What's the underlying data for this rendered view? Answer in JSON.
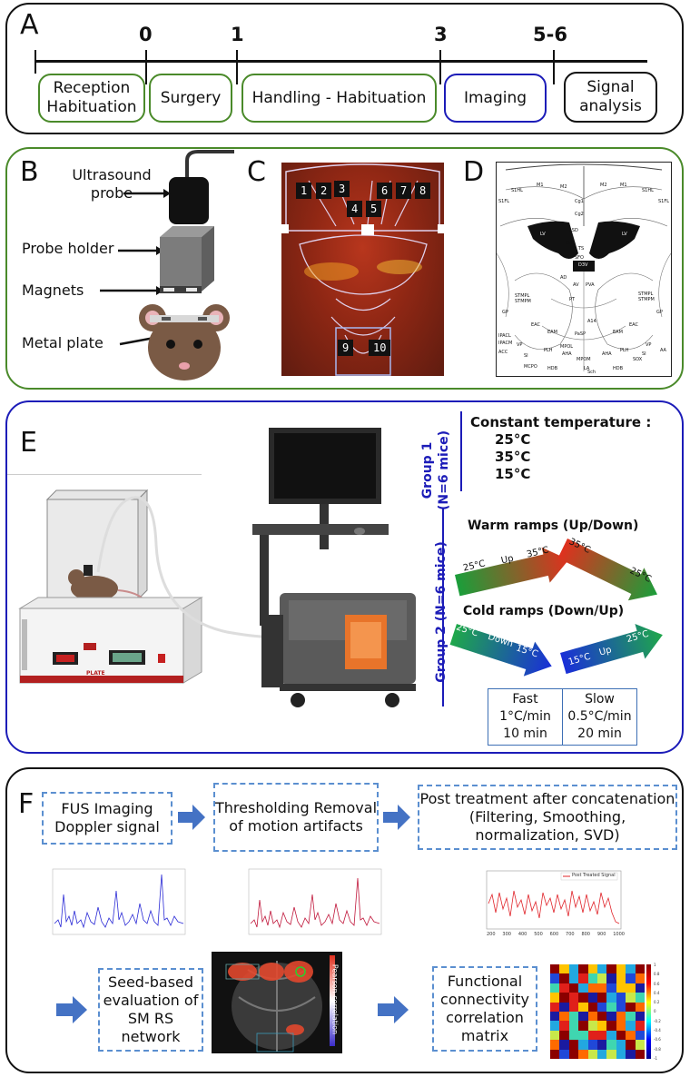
{
  "panel_a": {
    "label": "A",
    "ticks": [
      "0",
      "1",
      "3",
      "5-6"
    ],
    "stages": [
      "Reception Habituation",
      "Surgery",
      "Handling - Habituation",
      "Imaging",
      "Signal analysis"
    ]
  },
  "panel_b": {
    "label": "B",
    "parts": [
      "Ultrasound probe",
      "Probe holder",
      "Magnets",
      "Metal plate"
    ]
  },
  "panel_c": {
    "label": "C",
    "roi_numbers": [
      "1",
      "2",
      "3",
      "4",
      "5",
      "6",
      "7",
      "8",
      "9",
      "10"
    ]
  },
  "panel_d": {
    "label": "D",
    "atlas_labels": [
      "M1",
      "M2",
      "Cg1",
      "M2",
      "M1",
      "S1HL",
      "S1HL",
      "S1FL",
      "S1FL",
      "LV",
      "LV",
      "Cg2",
      "LSD",
      "SFi",
      "TS",
      "SFO",
      "D3V",
      "AD",
      "AV",
      "PVA",
      "PT",
      "STMPL",
      "STMPM",
      "STMPL",
      "STMPM",
      "GP",
      "GP",
      "EAC",
      "EAM",
      "EAM",
      "EAC",
      "A14",
      "PaSP",
      "MPOL",
      "AHA",
      "AHA",
      "PLH",
      "PLH",
      "VP",
      "SI",
      "MCPO",
      "HDB",
      "LA",
      "MPOM",
      "SOX",
      "IPACL",
      "IPACM",
      "ACC",
      "VP",
      "SI",
      "HDB",
      "AA",
      "Sch"
    ]
  },
  "panel_e": {
    "label": "E",
    "group1": "Group 1",
    "group1_n": "(N=6 mice)",
    "constant_title": "Constant temperature :",
    "temps": [
      "25°C",
      "35°C",
      "15°C"
    ],
    "group2": "Group 2 (N=6 mice)",
    "warm_title": "Warm ramps (Up/Down)",
    "cold_title": "Cold ramps (Down/Up)",
    "warm_up": {
      "from": "25°C",
      "dir": "Up",
      "to": "35°C"
    },
    "warm_down": {
      "from": "35°C",
      "to": "25°C"
    },
    "cold_down": {
      "from": "25°C",
      "dir": "Down",
      "to": "15°C"
    },
    "cold_up": {
      "from": "15°C",
      "dir": "Up",
      "to": "25°C"
    },
    "fast": [
      "Fast",
      "1°C/min",
      "10 min"
    ],
    "slow": [
      "Slow",
      "0.5°C/min",
      "20 min"
    ],
    "plate_label": "PLATE",
    "colors": {
      "warm_start": "#1a9e3a",
      "warm_end": "#e0301e",
      "cold_start": "#1fa84a",
      "cold_end": "#1a2fd8"
    }
  },
  "panel_f": {
    "label": "F",
    "steps": [
      "FUS Imaging Doppler signal",
      "Thresholding Removal of motion artifacts",
      "Post treatment after concatenation (Filtering, Smoothing, normalization, SVD)",
      "Seed-based evaluation of SM RS network",
      "Functional connectivity correlation matrix"
    ],
    "colorbar_label": "Pearson correlation",
    "chart_legend": "Post Treated Signal",
    "chart_xticks": [
      "200",
      "300",
      "400",
      "500",
      "600",
      "700",
      "800",
      "900",
      "1000"
    ],
    "matrix_scale": [
      "1",
      "0.8",
      "0.6",
      "0.4",
      "0.2",
      "0",
      "-0.2",
      "-0.4",
      "-0.6",
      "-0.8",
      "-1"
    ]
  },
  "colors": {
    "green": "#4a8a2a",
    "blue": "#1c1cb8",
    "dash_blue": "#5b8fd0",
    "arrow_blue": "#4472c4"
  }
}
